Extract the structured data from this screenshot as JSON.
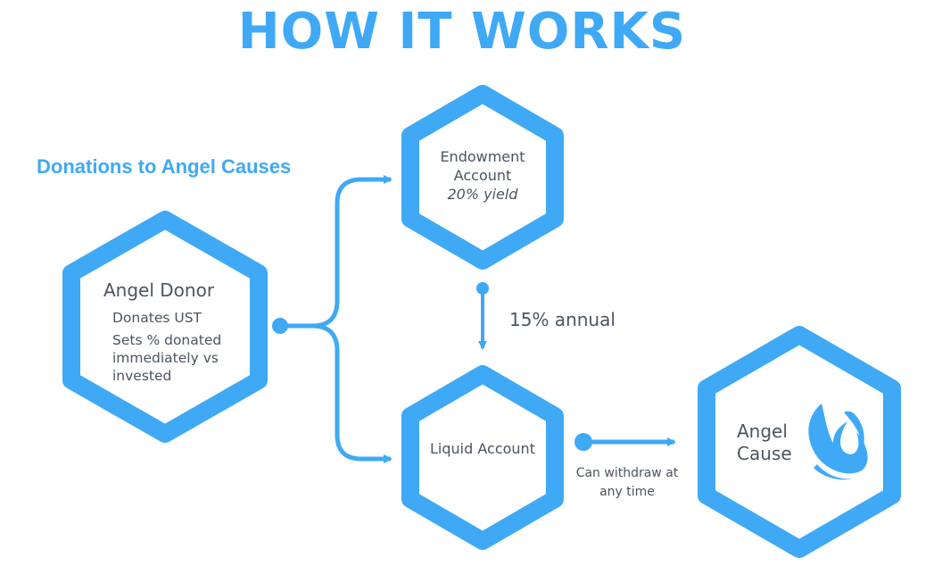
{
  "header": {
    "title": "HOW IT WORKS"
  },
  "section": {
    "heading": "Donations to Angel Causes"
  },
  "nodes": {
    "donor": {
      "title": "Angel Donor",
      "line1": "Donates UST",
      "line2": "Sets % donated immediately vs invested"
    },
    "endowment": {
      "name": "Endowment Account",
      "yield": "20% yield"
    },
    "liquid": {
      "name": "Liquid Account"
    },
    "cause": {
      "name": "Angel Cause"
    }
  },
  "edges": {
    "endowment_to_liquid": "15% annual",
    "liquid_to_cause": "Can withdraw at any time"
  },
  "colors": {
    "accent": "#3fa9f5",
    "text": "#4a5560"
  },
  "icons": {
    "cause": "flame-icon"
  }
}
